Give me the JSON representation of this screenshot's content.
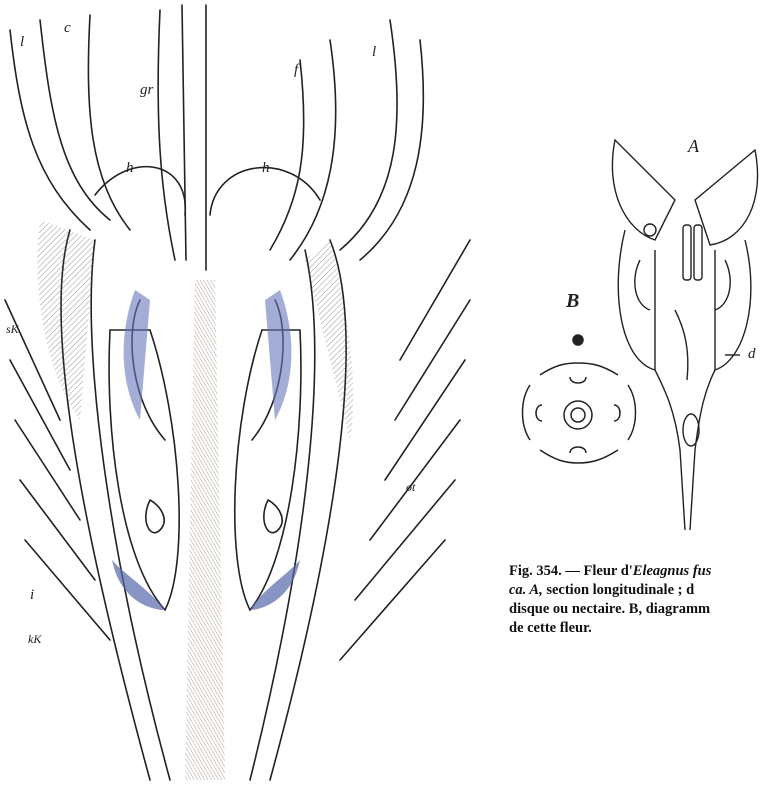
{
  "plate_labels": {
    "l_left": "l",
    "c": "c",
    "gr": "gr",
    "f": "f",
    "l_right": "l",
    "h_left": "h",
    "h_right": "h",
    "sk": "sK",
    "i": "i",
    "kk": "kK",
    "ot": "ot"
  },
  "figure_a": {
    "label": "A",
    "d_label": "d"
  },
  "figure_b": {
    "label": "B"
  },
  "caption": {
    "line1_prefix": "Fig. 354. — Fleur d'",
    "line1_italic": "Eleagnus fus",
    "line2_italic": "ca. A,",
    "line2_rest": " section longitudinale ; d",
    "line3": "disque ou nectaire. B, diagramm",
    "line4": "de cette fleur."
  }
}
